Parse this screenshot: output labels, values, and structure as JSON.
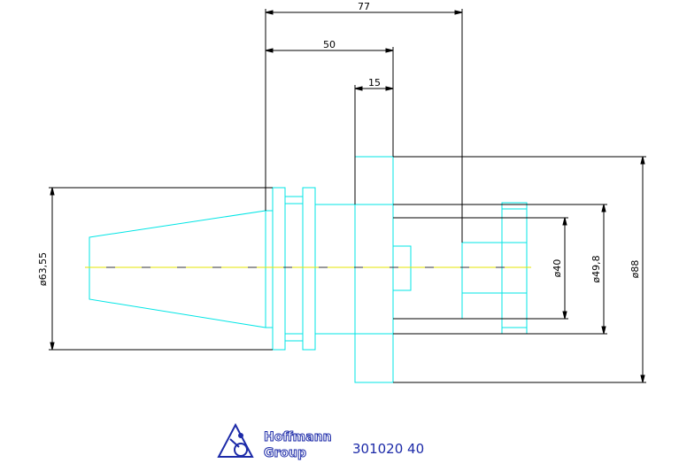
{
  "colors": {
    "outline": "#00e5e5",
    "centerline": "#e6e600",
    "dimension": "#000000",
    "brand": "#1c2aa8"
  },
  "dimensions": {
    "length_total": "77",
    "length_mid": "50",
    "length_flange": "15",
    "dia_cone": "ø63,55",
    "dia_bore": "ø40",
    "dia_face": "ø49,8",
    "dia_flange": "ø88"
  },
  "logo": {
    "line1": "Hoffmann",
    "line2": "Group",
    "icon": "hoffmann-group-logo-icon"
  },
  "part_number": "301020 40"
}
